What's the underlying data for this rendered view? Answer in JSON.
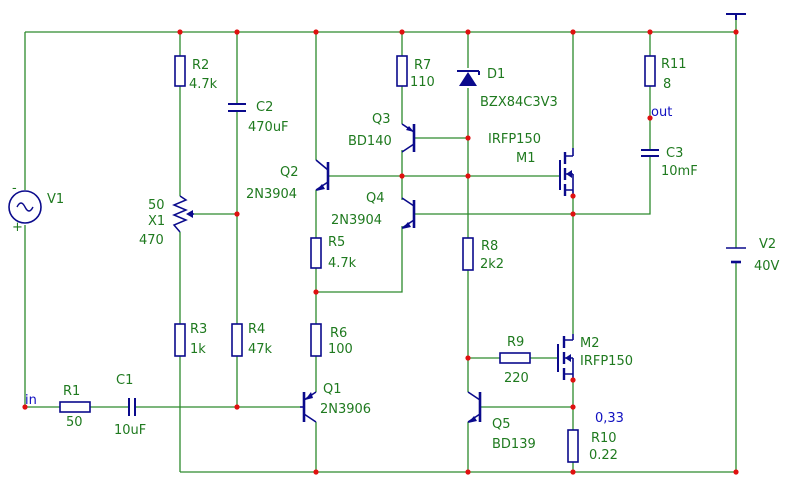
{
  "colors": {
    "wire": "#2d8a2d",
    "component": "#0a0a8c",
    "junction": "#e01010",
    "label_green": "#1f7a1f",
    "label_blue": "#1010c0"
  },
  "components": {
    "V1": {
      "ref": "V1",
      "pol_minus": "-",
      "pol_plus": "+"
    },
    "R1": {
      "ref": "R1",
      "value": "50"
    },
    "C1": {
      "ref": "C1",
      "value": "10uF"
    },
    "R2": {
      "ref": "R2",
      "value": "4.7k"
    },
    "X1": {
      "ref": "X1",
      "value_top": "50",
      "value_bottom": "470"
    },
    "R3": {
      "ref": "R3",
      "value": "1k"
    },
    "C2": {
      "ref": "C2",
      "value": "470uF"
    },
    "R4": {
      "ref": "R4",
      "value": "47k"
    },
    "Q2": {
      "ref": "Q2",
      "value": "2N3904"
    },
    "R5": {
      "ref": "R5",
      "value": "4.7k"
    },
    "R6": {
      "ref": "R6",
      "value": "100"
    },
    "Q1": {
      "ref": "Q1",
      "value": "2N3906"
    },
    "R7": {
      "ref": "R7",
      "value": "110"
    },
    "Q3": {
      "ref": "Q3",
      "value": "BD140"
    },
    "Q4": {
      "ref": "Q4",
      "value": "2N3904"
    },
    "D1": {
      "ref": "D1",
      "value": "BZX84C3V3"
    },
    "R8": {
      "ref": "R8",
      "value": "2k2"
    },
    "M1": {
      "ref": "M1",
      "value": "IRFP150"
    },
    "R9": {
      "ref": "R9",
      "value": "220"
    },
    "M2": {
      "ref": "M2",
      "value": "IRFP150"
    },
    "Q5": {
      "ref": "Q5",
      "value": "BD139"
    },
    "R10": {
      "ref": "R10",
      "value": "0.22"
    },
    "R11": {
      "ref": "R11",
      "value": "8"
    },
    "C3": {
      "ref": "C3",
      "value": "10mF"
    },
    "V2": {
      "ref": "V2",
      "value": "40V"
    }
  },
  "net_labels": {
    "in": "in",
    "out": "out",
    "emitter_voltage": "0,33"
  }
}
